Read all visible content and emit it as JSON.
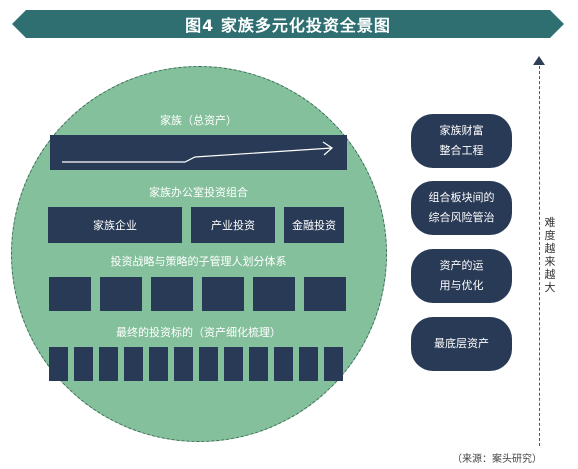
{
  "title": "图4  家族多元化投资全景图",
  "level1": {
    "label": "家族（总资产）"
  },
  "level2": {
    "label": "家族办公室投资组合",
    "boxes": [
      "家族企业",
      "产业投资",
      "金融投资"
    ]
  },
  "level3": {
    "label": "投资战略与策略的子管理人划分体系",
    "count": 6
  },
  "level4": {
    "label": "最终的投资标的（资产细化梳理）",
    "count": 12
  },
  "pills": [
    {
      "line1": "家族财富",
      "line2": "整合工程"
    },
    {
      "line1": "组合板块间的",
      "line2": "综合风险管治"
    },
    {
      "line1": "资产的运",
      "line2": "用与优化"
    },
    {
      "line1": "最底层资产",
      "line2": ""
    }
  ],
  "axis_label": "难度越来越大",
  "source": "（来源：案头研究）",
  "colors": {
    "banner": "#2f6f72",
    "circle": "#84c09c",
    "box": "#283a55"
  }
}
